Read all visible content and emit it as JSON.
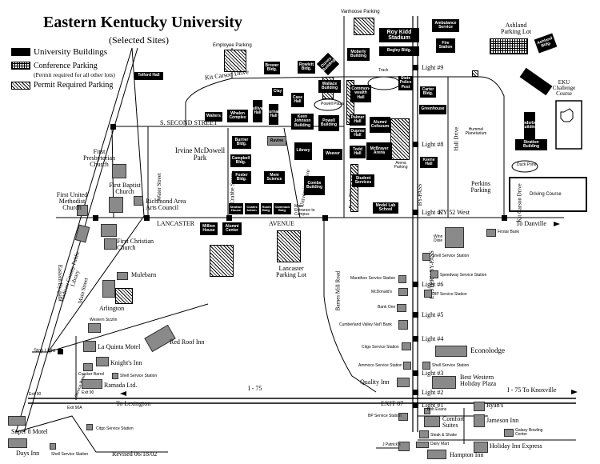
{
  "title": "Eastern Kentucky University",
  "subtitle": "(Selected Sites)",
  "revised": "Revised 06/18/02",
  "legend": {
    "buildings": "University Buildings",
    "conference": "Conference Parking",
    "conference_note": "(Permit required for all other lots)",
    "permit": "Permit Required Parking"
  },
  "streets": {
    "kit_carson": "Kit Carson Drive",
    "second": "S. SECOND STREET",
    "lancaster": "LANCASTER",
    "avenue": "AVENUE",
    "ky52": "KY 52 West",
    "to_danville": "To Danville",
    "to_lexington": "To Lexington",
    "to_knoxville": "I - 75 To Knoxville",
    "i75": "I - 75",
    "exit87": "EXIT 87",
    "water": "Water Street",
    "main": "Main Street",
    "eastern_bypass_left": "Eastern By-pass",
    "crabbe": "Crabbe Street",
    "university_drive": "University Drive",
    "park_drive": "Park Drive",
    "by_pass": "BY-PASS",
    "eastern_by_pass": "EASTERN BY-PASS",
    "barnes_mill": "Barnes Mill Road",
    "hall_drive": "Hall Drive",
    "kit_carson_right": "Kit Carson Drive",
    "service_road": "Service Road",
    "exit90": "Exit 90",
    "exit90a": "Exit 90A",
    "stop_light": "Stop Light",
    "exit90_b": "Exit 90"
  },
  "lights": [
    "Light #9",
    "Light #8",
    "Light #7",
    "Light #6",
    "Light #5",
    "Light #4",
    "Light #3",
    "Light #2",
    "Light #1"
  ],
  "parking_labels": {
    "vanhoose": "Vanhoose Parking",
    "employee": "Employee Parking",
    "ashland": "Ashland Parking Lot",
    "lancaster_lot": "Lancaster Parking Lot",
    "arena": "Arena Parking",
    "perkins": "Perkins Parking",
    "powell_plaza": "Powell Plaza",
    "track": "Track"
  },
  "buildings": {
    "telford": "Telford Hall",
    "brewer": "Brewer Bldg.",
    "rowlett": "Rowlett Bldg.",
    "stratton_dizney": "Dizney Building",
    "moberly": "Moberly Building",
    "roy_kidd": "Roy Kidd Stadium",
    "begley": "Begley Bldg.",
    "ambulance": "Ambulance Service",
    "fire": "Fire Station",
    "ashland_bldg": "Ashland Bldg.",
    "state_police": "State Police Post",
    "wallace": "Wallace Building",
    "commonwealth": "Common-wealth Hall",
    "clay": "Clay",
    "case": "Case Hall",
    "walters": "Walters",
    "whalen": "Whalen Complex",
    "sullivan": "Sullivan Hall",
    "burnam": "Burnam Hall",
    "keen_johnson": "Keen Johnson Building",
    "powell": "Powell Building",
    "carter": "Carter Bldg.",
    "greenhouse": "Greenhouse",
    "palmer": "Palmer Hall",
    "dupree": "Dupree Hall",
    "todd": "Todd Hall",
    "alumni_coliseum": "Alumni Coliseum",
    "mcbrayer": "McBrayer Arena",
    "keene": "Keene Hall",
    "funderburk": "Funderburk Building",
    "stratton": "Stratton Building",
    "challenge": "EKU Challenge Course",
    "hummel": "Hummel Planetarium",
    "duck_pond": "Duck Pond",
    "driving_course": "Driving Course",
    "burrier": "Burrier Bldg.",
    "ravine": "Ravine",
    "library": "Library",
    "campbell": "Campbell Bldg.",
    "weaver": "Weaver",
    "foster": "Foster Bldg.",
    "mem_science": "Mem Science",
    "combs": "Combs Building",
    "student_services": "Student Services",
    "model_lab": "Model Lab School",
    "stratton_house": "Stratton House",
    "coates": "Coates Admin.",
    "roark": "Roark Bldg.",
    "cammack": "Cammack Bldg.",
    "main_entrance": "Main Entrance to Campus",
    "million": "Million House",
    "alumni_center": "Alumni Center",
    "irvine": "Irvine McDowell Park",
    "first_presby": "First Presbyterian Church",
    "first_baptist": "First Baptist Church",
    "first_methodist": "First United Methodist Church",
    "richmond_arts": "Richmond Area Arts Council",
    "first_christian": "First Christian Church",
    "madison_library": "Madison County Public Library",
    "mulebarn": "Mulebarn",
    "arlington": "Arlington"
  },
  "businesses": {
    "winn_dixie": "Winn Dixie",
    "firstar": "Firstar Bank",
    "shell1": "Shell Service Station",
    "speedway": "Speedway Service Station",
    "marathon": "Marathon Service Station",
    "mcdonalds": "McDonald's",
    "bp1": "BP Service Station",
    "bank_one": "Bank One",
    "cumberland": "Cumberland Valley Nat'l Bank",
    "citgo1": "Citgo Service Station",
    "econolodge": "Econolodge",
    "ammoco": "Ammoco Service Station",
    "shell2": "Shell Service Station",
    "quality_inn": "Quality Inn",
    "best_western": "Best Western Holiday Plaza",
    "western_sizzlin": "Western Sizzlin",
    "la_quinta": "La Quinta Motel",
    "red_roof": "Red Roof Inn",
    "knights_inn": "Knight's Inn",
    "cracker_barrel": "Cracker Barrel",
    "shell3": "Shell Service Station",
    "ramada": "Ramada Ltd.",
    "bob_evans": "Bob Evans",
    "ryans": "Ryan's",
    "bp2": "BP Service Station",
    "comfort": "Comfort Suites",
    "jameson": "Jameson Inn",
    "galaxy": "Galaxy Bowling Center",
    "steak_shake": "Steak & Shake",
    "jpatricks": "J Patrick's",
    "dairy_mart": "Dairy Mart",
    "holiday_express": "Holiday Inn Express",
    "hampton": "Hampton Inn",
    "super8": "Super 8 Motel",
    "days_inn": "Days Inn",
    "shell4": "Shell Service Station",
    "citgo2": "Citgo Service Station"
  }
}
